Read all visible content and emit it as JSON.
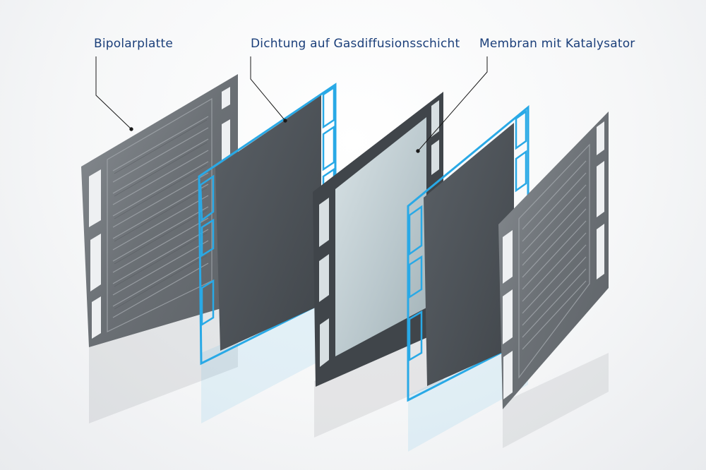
{
  "labels": {
    "bipolarplatte": "Bipolarplatte",
    "dichtung": "Dichtung auf Gasdiffusionsschicht",
    "membran": "Membran mit Katalysator"
  },
  "colors": {
    "label_text": "#1b3f7a",
    "leader_line": "#1a1a1a",
    "gasket_blue": "#29a9e6",
    "plate_gray": "#6f7378",
    "gdl_gray": "#4a5056",
    "membrane_frame": "#40454a",
    "membrane_fill": "#c6d2d6"
  },
  "layers": [
    "bipolar-plate-left",
    "gasket-gdl-left",
    "membrane-catalyst",
    "gasket-gdl-right",
    "bipolar-plate-right"
  ]
}
